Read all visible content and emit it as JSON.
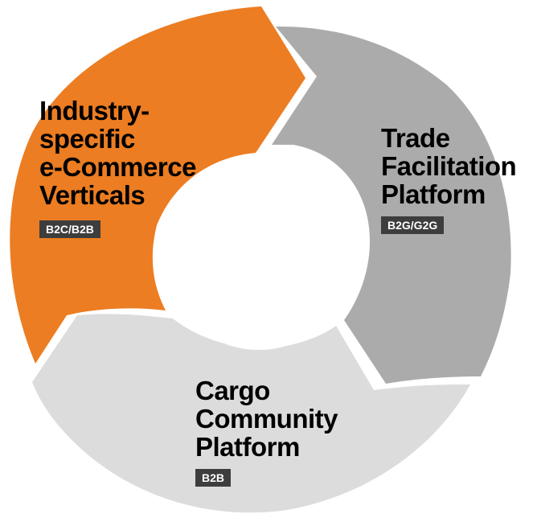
{
  "segments": [
    {
      "id": "ecommerce",
      "title_lines": [
        "Industry-",
        "specific",
        "e-Commerce",
        "Verticals"
      ],
      "badge": "B2C/B2B",
      "color": "#ec7d22"
    },
    {
      "id": "trade",
      "title_lines": [
        "Trade",
        "Facilitation",
        "Platform"
      ],
      "badge": "B2G/G2G",
      "color": "#ababab"
    },
    {
      "id": "cargo",
      "title_lines": [
        "Cargo",
        "Community",
        "Platform"
      ],
      "badge": "B2B",
      "color": "#dcdcdc"
    }
  ],
  "badge_color": "#3d3d3d",
  "center_color": "#ffffff"
}
